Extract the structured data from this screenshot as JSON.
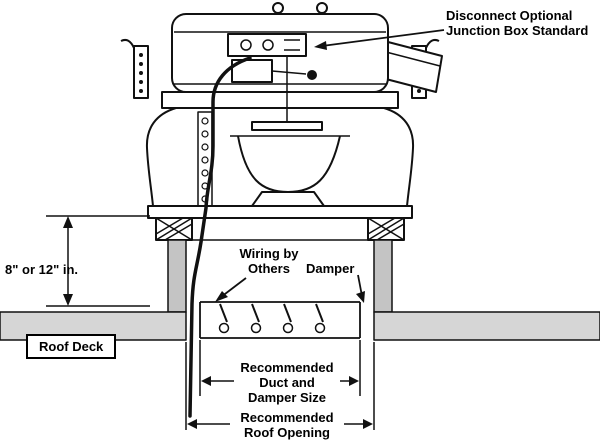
{
  "diagram": {
    "labels": {
      "disconnect": {
        "line1": "Disconnect Optional",
        "line2": "Junction Box Standard"
      },
      "wiring": {
        "line1": "Wiring by",
        "line2": "Others"
      },
      "damper": "Damper",
      "height_dimension": "8\" or 12\" in.",
      "roof_deck": "Roof Deck",
      "duct_size": {
        "line1": "Recommended",
        "line2": "Duct and",
        "line3": "Damper Size"
      },
      "roof_opening": {
        "line1": "Recommended",
        "line2": "Roof Opening"
      }
    },
    "colors": {
      "line": "#111111",
      "roof_deck_fill": "#d6d6d6",
      "duct_wall_fill": "#c4c4c4",
      "background": "#ffffff"
    }
  }
}
